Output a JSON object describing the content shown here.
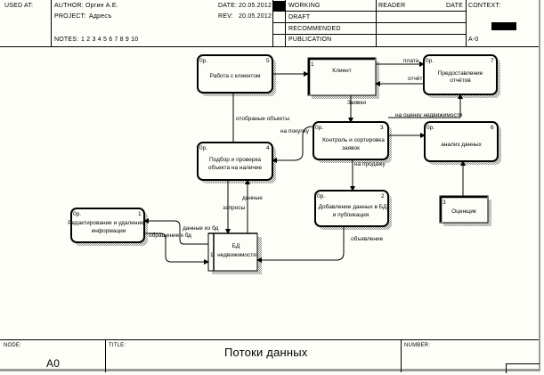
{
  "header": {
    "used_at_label": "USED AT:",
    "author_label": "AUTHOR:",
    "author": "Оргин А.Е.",
    "project_label": "PROJECT:",
    "project": "Адресъ",
    "notes_label": "NOTES:",
    "notes": "1  2  3  4  5  6  7  8  9  10",
    "date_label": "DATE:",
    "date": "20.05.2012",
    "rev_label": "REV:",
    "rev": "20.05.2012",
    "status": [
      "WORKING",
      "DRAFT",
      "RECOMMENDED",
      "PUBLICATION"
    ],
    "reader_label": "READER",
    "reader_date_label": "DATE",
    "context_label": "CONTEXT:",
    "context_node": "A-0"
  },
  "diagram": {
    "processes": [
      {
        "id": "5",
        "prefix": "0р.",
        "label": "Работа с клиентом"
      },
      {
        "id": "7",
        "prefix": "0р.",
        "label_lines": [
          "Предоставление",
          "отчётов"
        ]
      },
      {
        "id": "4",
        "prefix": "0р.",
        "label_lines": [
          "Подбор и проверка",
          "объекта на наличие"
        ]
      },
      {
        "id": "3",
        "prefix": "0р.",
        "label_lines": [
          "Контроль и сортировка",
          "заявок"
        ]
      },
      {
        "id": "6",
        "prefix": "0р.",
        "label": "анализ данных"
      },
      {
        "id": "2",
        "prefix": "0р.",
        "label_lines": [
          "Добавление данных в БД",
          "и публикация"
        ]
      },
      {
        "id": "1",
        "prefix": "0р.",
        "label_lines": [
          "Редактирование и удаление",
          "информации"
        ]
      }
    ],
    "externals": [
      {
        "id": "1",
        "label": "Клиент"
      },
      {
        "id": "3",
        "label": "Оценщик"
      }
    ],
    "datastore": {
      "id": "1",
      "label_lines": [
        "БД",
        "недвижимости"
      ]
    },
    "flows": {
      "plata": "плата",
      "otchet": "отчёт",
      "zayavki": "Заявки",
      "otobrannye": "отобраные объекты",
      "na_pokupku": "на покупку",
      "na_ocenku": "на оценку недвижимости",
      "na_prodazhu": "на продажу",
      "dannye": "данные",
      "zaprosy": "запросы",
      "dannye_iz_bd": "данные из бд",
      "obraschenie": "обращение к бд",
      "obyavlenie": "объявление"
    }
  },
  "footer": {
    "node_label": "NODE:",
    "node": "A0",
    "title_label": "TITLE:",
    "title": "Потоки данных",
    "number_label": "NUMBER:"
  }
}
